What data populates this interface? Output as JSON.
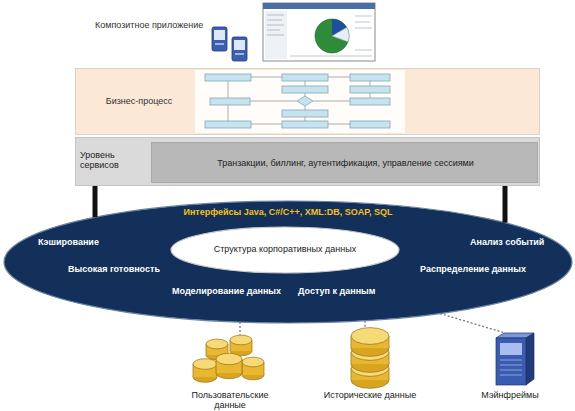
{
  "diagram": {
    "nodes": [
      {
        "text": [
          "Бизнес-процесс"
        ]
      },
      {
        "text": [
          "Уровень сервисов"
        ]
      },
      {
        "text": [
          "Транзакции, биллинг, аутентификация, управление сессиями"
        ],
        "in": 1
      },
      {
        "text": [
          "Интерфейсы Java, C#/C++, XML:DB, SOAP, SQL",
          "Кэширование",
          "Анализ событий",
          "Высокая готовность",
          "Распределение данных",
          "Моделирование данных",
          "Доступ к данным"
        ]
      },
      {
        "text": [
          "Структура корпоративных данных"
        ],
        "in": 3
      },
      {
        "text": [
          "Пользовательские данные"
        ]
      },
      {
        "text": [
          "Исторические данные"
        ]
      },
      {
        "text": [
          "Мэйнфреймы"
        ]
      }
    ],
    "edges": [
      {
        "from": 1,
        "to": 3,
        "arrow": "none"
      },
      {
        "from": 1,
        "to": 3,
        "arrow": "none"
      },
      {
        "from": 3,
        "to": 5,
        "arrow": "none"
      },
      {
        "from": 3,
        "to": 6,
        "arrow": "none"
      },
      {
        "from": 3,
        "to": 7,
        "arrow": "none"
      }
    ],
    "labels": [
      "Композитное приложение"
    ]
  }
}
